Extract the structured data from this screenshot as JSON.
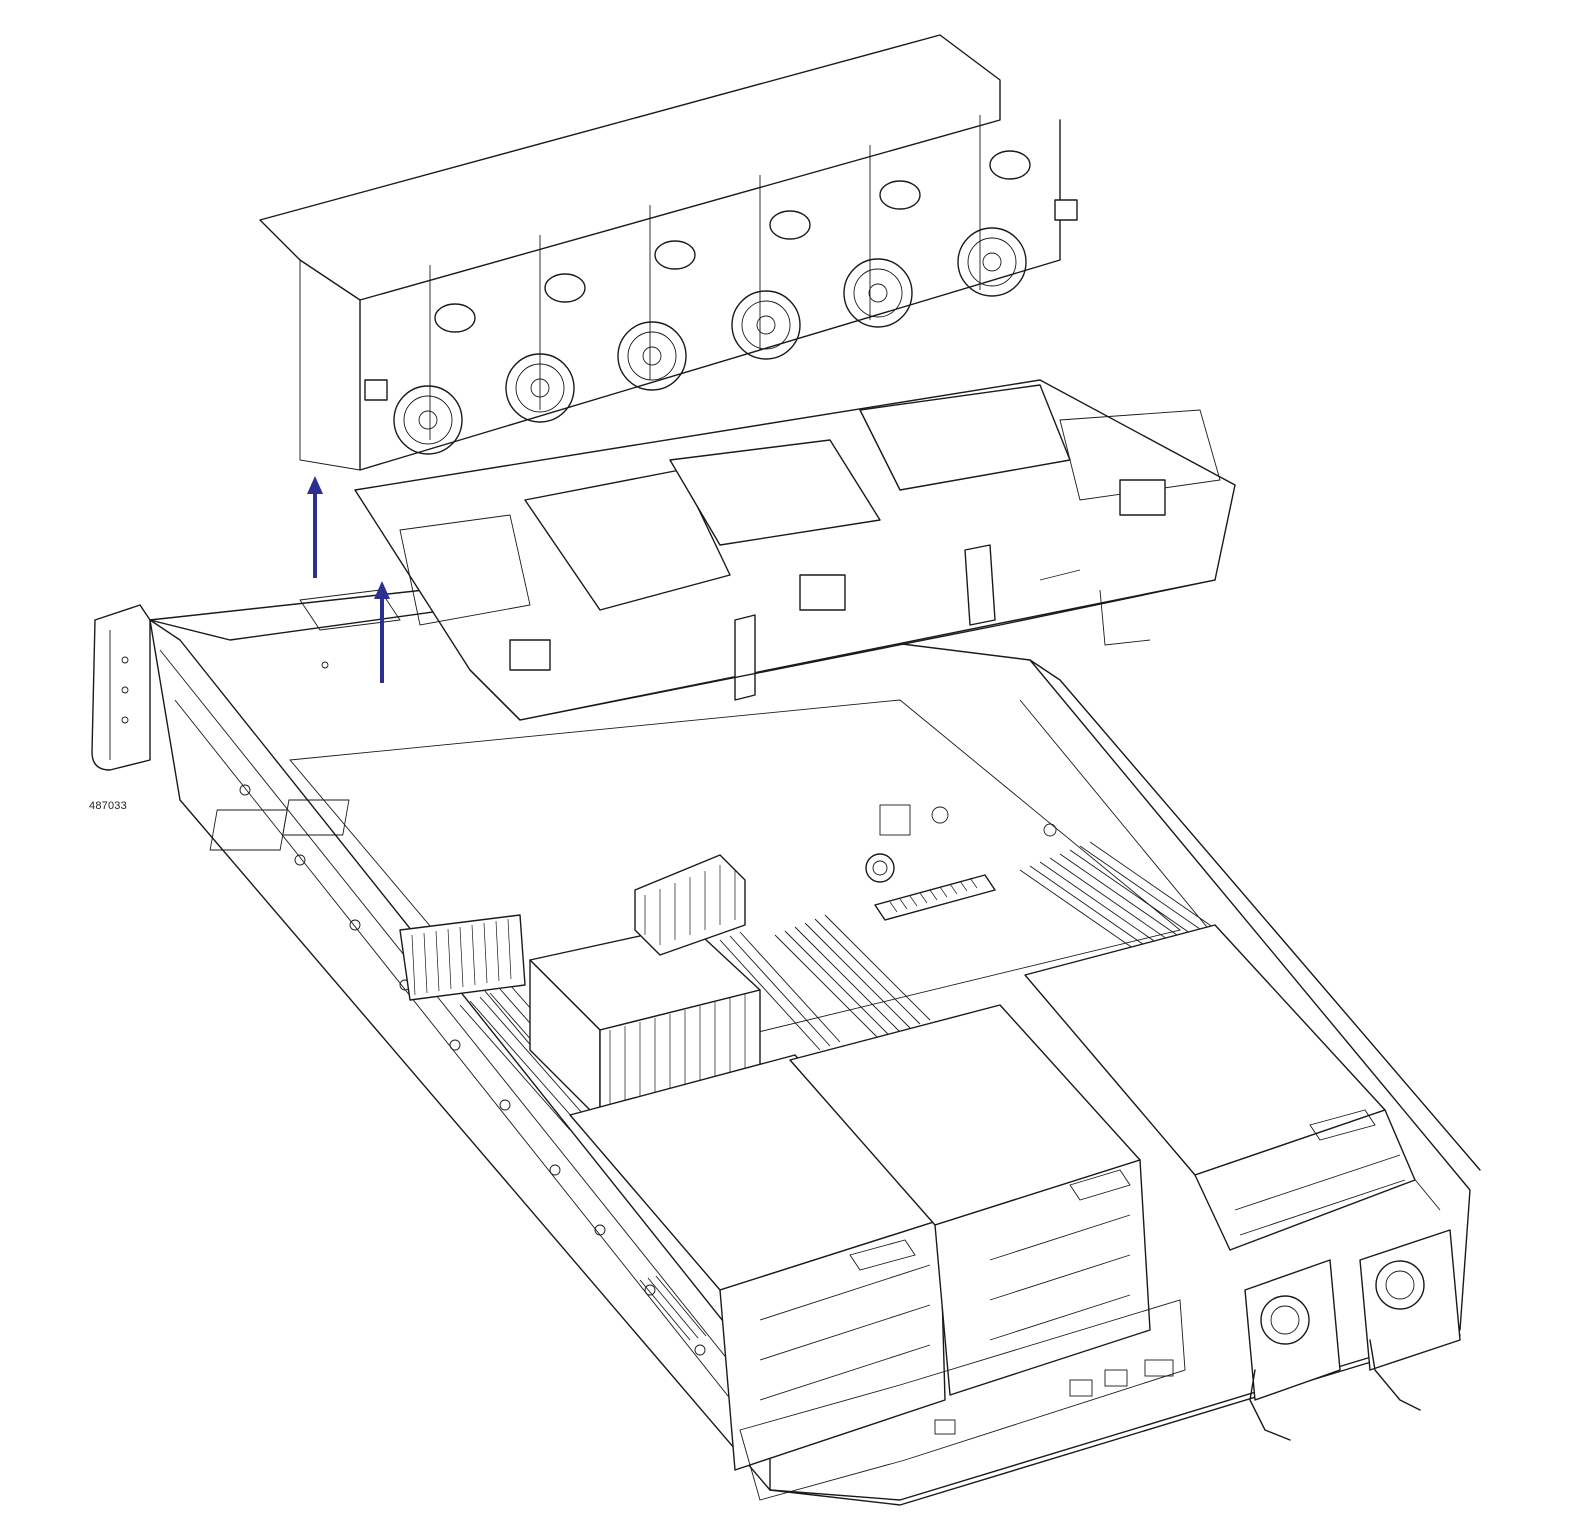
{
  "figure": {
    "id_label": "487033"
  },
  "colors": {
    "line": "#1a1a1a",
    "arrow": "#2b2f8f",
    "background": "#ffffff"
  },
  "components": [
    "fan-module",
    "air-duct",
    "server-chassis",
    "cpu-heatsink",
    "dimm-slots",
    "pcie-risers",
    "power-supplies"
  ],
  "arrows": {
    "count": 2,
    "direction": "up"
  }
}
